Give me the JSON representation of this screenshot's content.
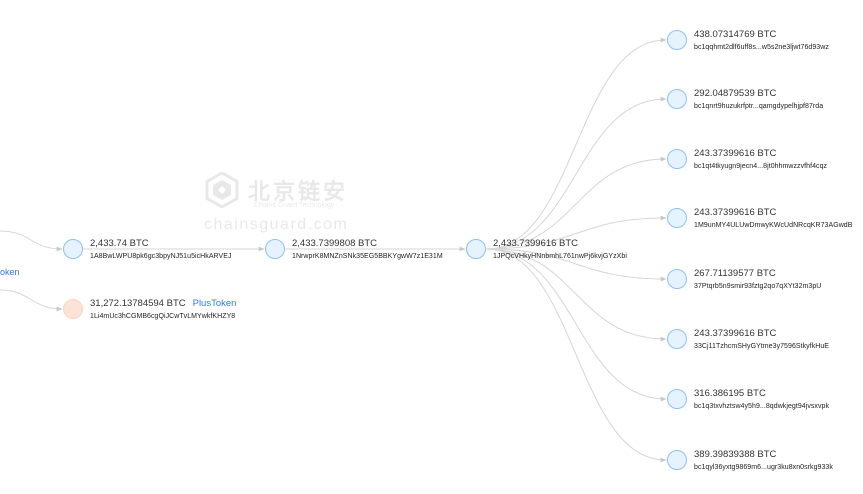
{
  "watermark": {
    "brand_cn": "北京链安",
    "brand_sub": "Chains Guard Technology",
    "domain": "chainsguard.com"
  },
  "edge_label_left": "oken",
  "nodes": [
    {
      "id": "n1",
      "amount": "2,433.74 BTC",
      "address": "1A8BwLWPU8pk6gc3bpyNJ51u5icHkARVEJ",
      "tag": "",
      "color": "blue"
    },
    {
      "id": "n2",
      "amount": "31,272.13784594 BTC",
      "address": "1Li4mUc3hCGMB6cgQiJCwTvLMYwkfKHZY8",
      "tag": "PlusToken",
      "color": "orange"
    },
    {
      "id": "n3",
      "amount": "2,433.7399808 BTC",
      "address": "1NrwprK8MNZnSNk35EG5BBKYgwW7z1E31M",
      "tag": "",
      "color": "blue"
    },
    {
      "id": "n4",
      "amount": "2,433.7399616 BTC",
      "address": "1JPQcVHkyHNnbmhL761nwPj6kvjGYzXbi",
      "tag": "",
      "color": "blue"
    },
    {
      "id": "o1",
      "amount": "438.07314769 BTC",
      "address": "bc1qqhmt2dlf6uff8s...w5s2ne3ljwt76d93wz",
      "tag": "",
      "color": "blue"
    },
    {
      "id": "o2",
      "amount": "292.04879539 BTC",
      "address": "bc1qnrt9huzukrfptr...qamgdypelhjpf87rda",
      "tag": "",
      "color": "blue"
    },
    {
      "id": "o3",
      "amount": "243.37399616 BTC",
      "address": "bc1qt4tkyugn9jecn4...8jt0hhmwzzvfhf4cqz",
      "tag": "",
      "color": "blue"
    },
    {
      "id": "o4",
      "amount": "243.37399616 BTC",
      "address": "1M9unMY4ULUwDmwyKWcUdNRcqKR73AGwdB",
      "tag": "",
      "color": "blue"
    },
    {
      "id": "o5",
      "amount": "267.71139577 BTC",
      "address": "37Ptqrb5n9smir93fztg2qo7qXYt32m3pU",
      "tag": "",
      "color": "blue"
    },
    {
      "id": "o6",
      "amount": "243.37399616 BTC",
      "address": "33Cj11TzhcmSHyGYtme3y7596StkyfkHuE",
      "tag": "",
      "color": "blue"
    },
    {
      "id": "o7",
      "amount": "316.386195 BTC",
      "address": "bc1q3txvhztsw4y5h9...8qdwkjegt94jvsxvpk",
      "tag": "",
      "color": "blue"
    },
    {
      "id": "o8",
      "amount": "389.39839388 BTC",
      "address": "bc1qyl36yxtg9869m6...ugr3ku8xn0srkg933k",
      "tag": "",
      "color": "blue"
    }
  ],
  "edges": [
    {
      "from": "left-a",
      "to": "n1"
    },
    {
      "from": "left-b",
      "to": "n2"
    },
    {
      "from": "n1",
      "to": "n3"
    },
    {
      "from": "n3",
      "to": "n4"
    },
    {
      "from": "n4",
      "to": "o1"
    },
    {
      "from": "n4",
      "to": "o2"
    },
    {
      "from": "n4",
      "to": "o3"
    },
    {
      "from": "n4",
      "to": "o4"
    },
    {
      "from": "n4",
      "to": "o5"
    },
    {
      "from": "n4",
      "to": "o6"
    },
    {
      "from": "n4",
      "to": "o7"
    },
    {
      "from": "n4",
      "to": "o8"
    }
  ]
}
